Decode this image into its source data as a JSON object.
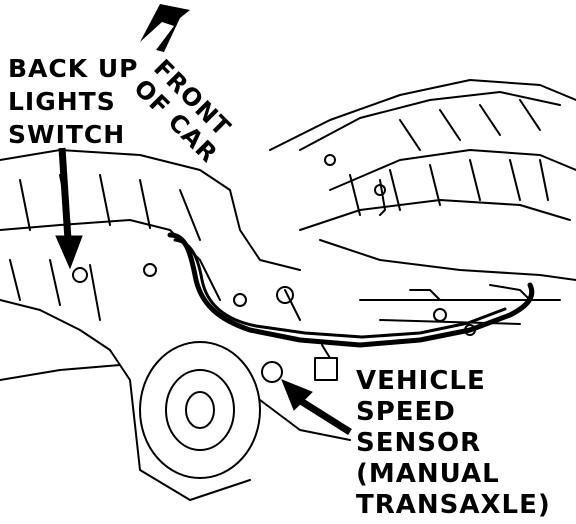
{
  "labels": {
    "back_up_lights_switch": [
      "BACK UP",
      "LIGHTS",
      "SWITCH"
    ],
    "front_of_car": [
      "FRONT",
      "OF CAR"
    ],
    "vehicle_speed_sensor": [
      "VEHICLE",
      "SPEED",
      "SENSOR",
      "(MANUAL",
      "TRANSAXLE)"
    ]
  },
  "colors": {
    "line": "#000000",
    "background": "#ffffff"
  }
}
